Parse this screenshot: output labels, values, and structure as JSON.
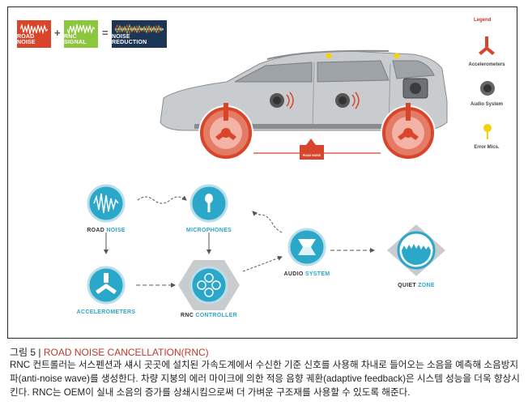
{
  "formula": {
    "road_noise": "ROAD NOISE",
    "plus": "+",
    "rnc_signal": "RNC SIGNAL",
    "equals": "=",
    "noise_reduction": "NOISE REDUCTION"
  },
  "car_badge": "ROAD NOISE",
  "legend": {
    "title": "Legend",
    "accelerometers": "Accelerometers",
    "audio_system": "Audio System",
    "error_mics": "Error Mics."
  },
  "nodes": {
    "road_noise": {
      "a": "ROAD ",
      "b": "NOISE"
    },
    "microphones": {
      "a": "",
      "b": "MICROPHONES"
    },
    "accelerometers": {
      "a": "",
      "b": "ACCELEROMETERS"
    },
    "rnc_controller": {
      "a": "RNC ",
      "b": "CONTROLLER"
    },
    "audio_system": {
      "a": "AUDIO ",
      "b": "SYSTEM"
    },
    "quiet_zone": {
      "a": "QUIET ",
      "b": "ZONE"
    }
  },
  "colors": {
    "red": "#d9452b",
    "green": "#8cc63f",
    "navy": "#1d3557",
    "teal": "#2aa7c9",
    "yellow": "#f5d10a"
  },
  "caption": {
    "label": "그림 5 | ",
    "title": "ROAD NOISE CANCELLATION(RNC)",
    "body": "RNC 컨트롤러는 서스펜션과 섀시 곳곳에 설치된 가속도계에서 수신한 기준 신호를 사용해 차내로 들어오는 소음을 예측해 소음방지파(anti-noise wave)를 생성한다. 차량 지붕의 에러 마이크에 의한 적응 음향 궤환(adaptive feedback)은 시스템 성능을 더욱 향상시킨다. RNC는 OEM이 실내 소음의 증가를 상쇄시킴으로써 더 가벼운 구조재를 사용할 수 있도록 해준다."
  }
}
